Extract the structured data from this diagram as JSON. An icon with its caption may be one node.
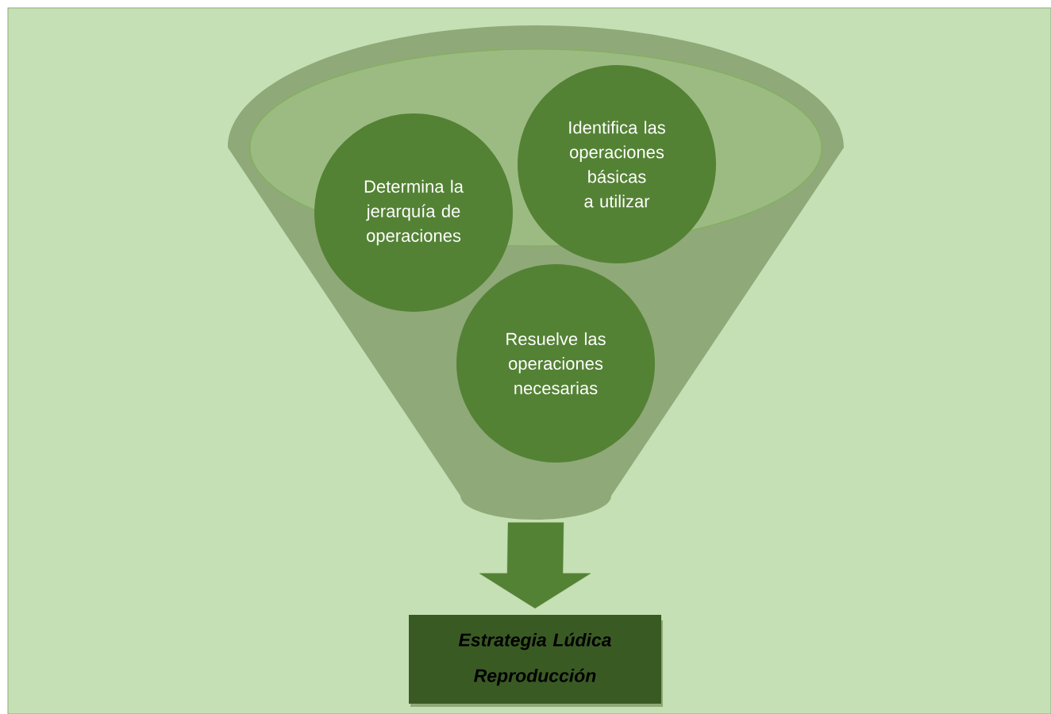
{
  "diagram": {
    "nodes": [
      {
        "text": [],
        "shape": "funnel"
      },
      {
        "text": [
          "Determina la jerarquía de operaciones"
        ],
        "in": 0
      },
      {
        "text": [
          "Identifica las operaciones básicas a utilizar"
        ],
        "in": 0
      },
      {
        "text": [
          "Resuelve las operaciones necesarias"
        ],
        "in": 0
      },
      {
        "text": [
          "Estrategia Lúdica Reproducción"
        ]
      }
    ],
    "edges": [
      {
        "from": 0,
        "to": 4,
        "arrow": "to"
      }
    ]
  }
}
